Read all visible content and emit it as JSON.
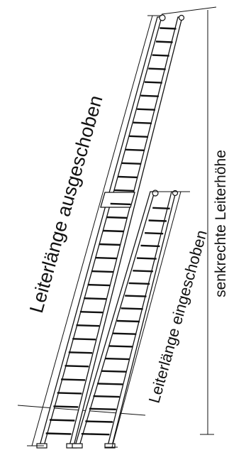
{
  "labels": {
    "extended_length": "Leiterlänge ausgeschoben",
    "retracted_length": "Leiterlänge eingeschoben",
    "vertical_height": "senkrechte Leiterhöhe"
  },
  "diagram": {
    "ladders": [
      {
        "name": "extended-ladder",
        "rungs": 31
      },
      {
        "name": "retracted-ladder",
        "rungs": 19
      }
    ]
  },
  "colors": {
    "line": "#111111",
    "rail_fill": "#ffffff",
    "background": "#ffffff"
  }
}
